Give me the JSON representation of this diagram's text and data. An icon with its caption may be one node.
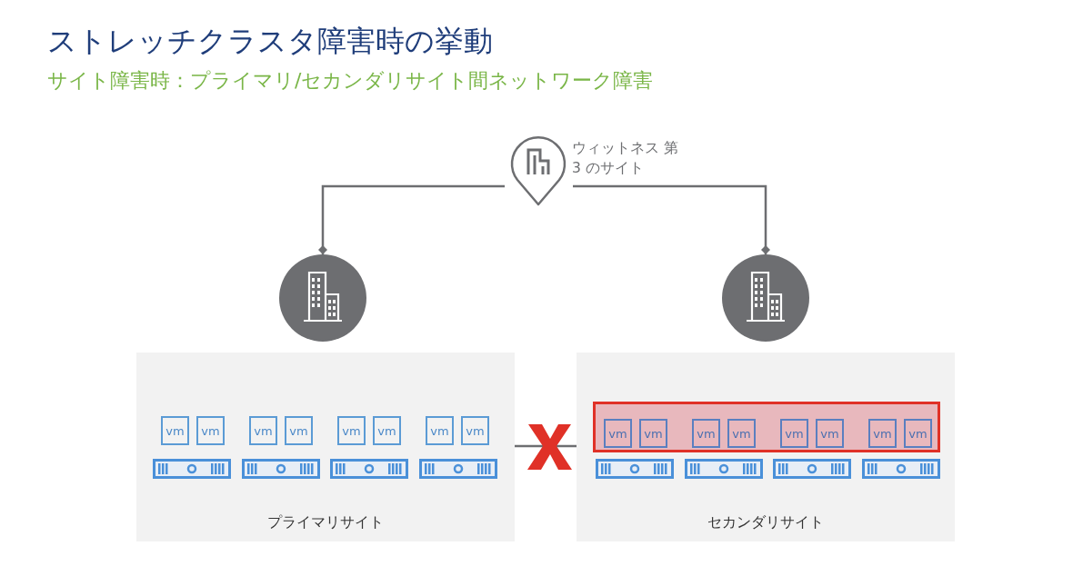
{
  "diagram": {
    "title": "ストレッチクラスタ障害時の挙動",
    "caption": "サイト障害時：プライマリ/セカンダリサイト間ネットワーク障害",
    "nodes": [
      {
        "text": [],
        "shape": "pin",
        "beside": [
          "ウィットネス 第 3 のサイト"
        ]
      },
      {
        "text": [],
        "shape": "circle"
      },
      {
        "text": [],
        "shape": "circle"
      },
      {
        "text": [
          "プライマリサイト"
        ]
      },
      {
        "text": [
          "vm"
        ],
        "in": 3
      },
      {
        "text": [
          "vm"
        ],
        "in": 3
      },
      {
        "text": [
          "vm"
        ],
        "in": 3
      },
      {
        "text": [
          "vm"
        ],
        "in": 3
      },
      {
        "text": [
          "vm"
        ],
        "in": 3
      },
      {
        "text": [
          "vm"
        ],
        "in": 3
      },
      {
        "text": [
          "vm"
        ],
        "in": 3
      },
      {
        "text": [
          "vm"
        ],
        "in": 3
      },
      {
        "text": [
          "セカンダリサイト"
        ]
      },
      {
        "text": [],
        "shape": "box",
        "in": 12
      },
      {
        "text": [
          "vm"
        ],
        "in": 13
      },
      {
        "text": [
          "vm"
        ],
        "in": 13
      },
      {
        "text": [
          "vm"
        ],
        "in": 13
      },
      {
        "text": [
          "vm"
        ],
        "in": 13
      },
      {
        "text": [
          "vm"
        ],
        "in": 13
      },
      {
        "text": [
          "vm"
        ],
        "in": 13
      },
      {
        "text": [
          "vm"
        ],
        "in": 13
      },
      {
        "text": [
          "vm"
        ],
        "in": 13
      }
    ],
    "edges": [
      {
        "from": 0,
        "to": 1,
        "arrow": "other"
      },
      {
        "from": 0,
        "to": 2,
        "arrow": "other"
      },
      {
        "from": 3,
        "to": 12,
        "arrow": "none"
      }
    ]
  }
}
